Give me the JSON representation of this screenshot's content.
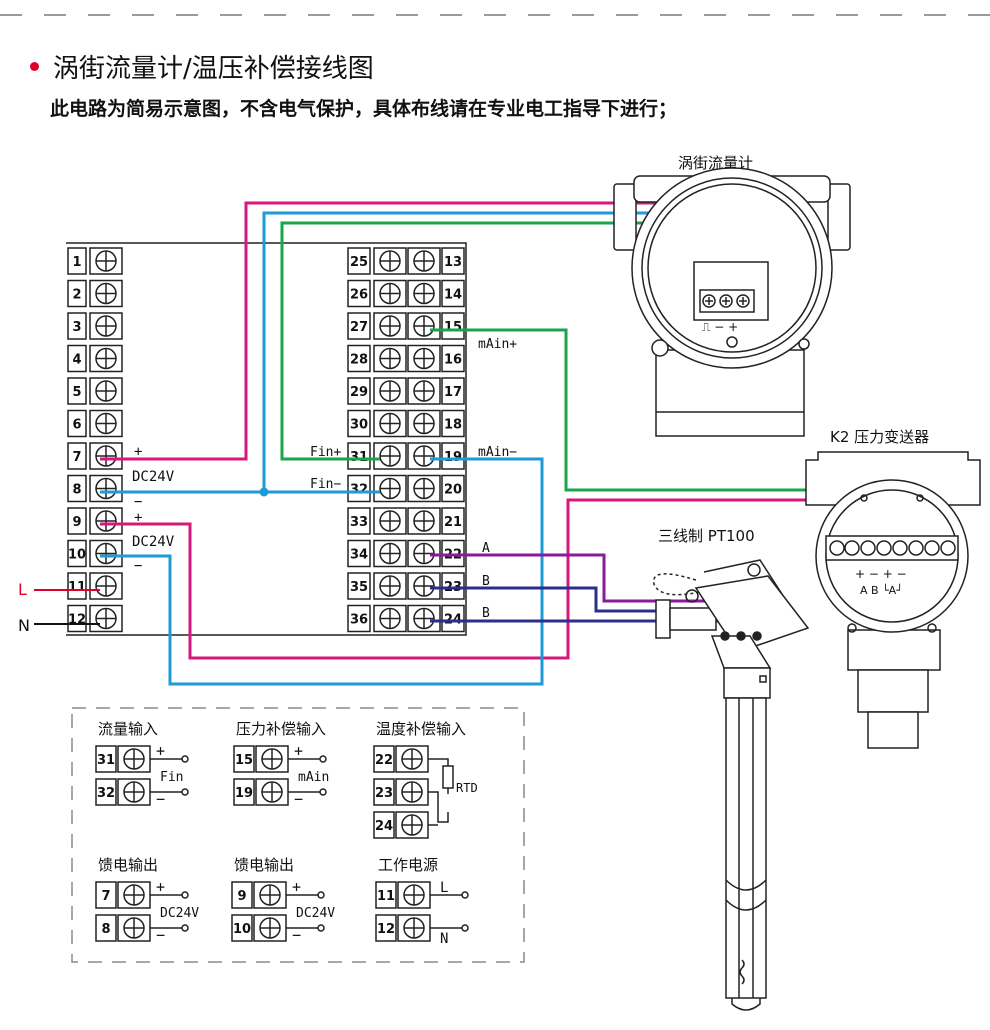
{
  "header": {
    "title": "涡街流量计/温压补偿接线图",
    "subtitle": "此电路为简易示意图，不含电气保护，具体布线请在专业电工指导下进行；"
  },
  "colors": {
    "magenta": "#d6177e",
    "blue": "#1e9ad6",
    "green": "#1aa54b",
    "purple": "#8a1a9b",
    "navy": "#2a2e8c",
    "red": "#e0002a",
    "accent": "#e0002a"
  },
  "terminals": {
    "left": [
      "1",
      "2",
      "3",
      "4",
      "5",
      "6",
      "7",
      "8",
      "9",
      "10",
      "11",
      "12"
    ],
    "mid": [
      "25",
      "26",
      "27",
      "28",
      "29",
      "30",
      "31",
      "32",
      "33",
      "34",
      "35",
      "36"
    ],
    "right": [
      "13",
      "14",
      "15",
      "16",
      "17",
      "18",
      "19",
      "20",
      "21",
      "22",
      "23",
      "24"
    ]
  },
  "labels": {
    "plus": "+",
    "minus": "−",
    "dc24v": "DC24V",
    "line_l": "L",
    "line_n": "N",
    "fin_plus": "Fin+",
    "fin_minus": "Fin−",
    "main_plus": "mAin+",
    "main_minus": "mAin−",
    "a": "A",
    "b": "B",
    "b2": "B"
  },
  "devices": {
    "flowmeter": "涡街流量计",
    "pressure": "K2 压力变送器",
    "pt100": "三线制 PT100",
    "flowmeter_term_labels": "⎍ − +",
    "pressure_term_signs": "+ − + −",
    "pressure_term_letters": "A B └A┘"
  },
  "legend": {
    "flow_input": {
      "title": "流量输入",
      "t1": "31",
      "t2": "32",
      "plus": "+",
      "minus": "−",
      "label": "Fin"
    },
    "pressure_input": {
      "title": "压力补偿输入",
      "t1": "15",
      "t2": "19",
      "plus": "+",
      "minus": "−",
      "label": "mAin"
    },
    "temp_input": {
      "title": "温度补偿输入",
      "t1": "22",
      "t2": "23",
      "t3": "24",
      "label": "RTD"
    },
    "feed1": {
      "title": "馈电输出",
      "t1": "7",
      "t2": "8",
      "plus": "+",
      "minus": "−",
      "label": "DC24V"
    },
    "feed2": {
      "title": "馈电输出",
      "t1": "9",
      "t2": "10",
      "plus": "+",
      "minus": "−",
      "label": "DC24V"
    },
    "power": {
      "title": "工作电源",
      "t1": "11",
      "t2": "12",
      "l": "L",
      "n": "N"
    }
  }
}
